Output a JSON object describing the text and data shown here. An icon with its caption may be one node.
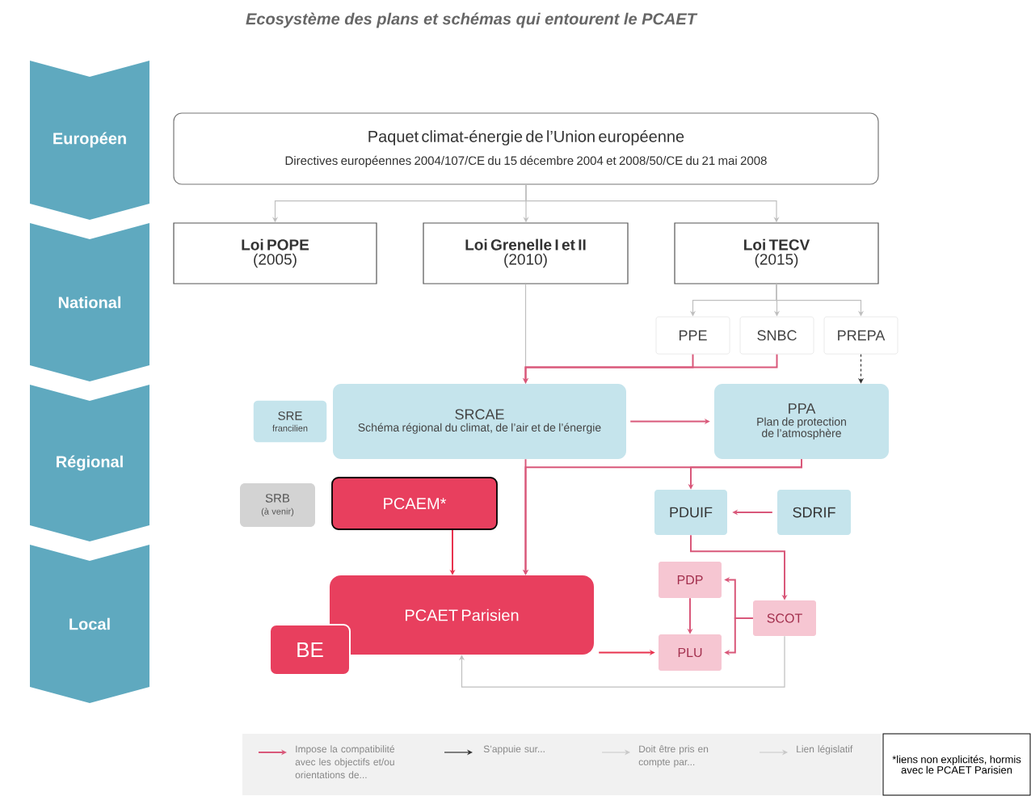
{
  "diagram": {
    "title": "Ecosystème des plans et schémas qui entourent le PCAET",
    "nodes": [
      {
        "text": [
          "Européen"
        ]
      },
      {
        "text": [
          "National"
        ]
      },
      {
        "text": [
          "Régional"
        ]
      },
      {
        "text": [
          "Local"
        ]
      },
      {
        "text": [
          "Paquet climat-énergie de l’Union européenne",
          "Directives européennes 2004/107/CE du 15 décembre 2004 et 2008/50/CE du 21 mai 2008"
        ]
      },
      {
        "text": [
          "Loi POPE",
          "(2005)"
        ]
      },
      {
        "text": [
          "Loi Grenelle I et II",
          "(2010)"
        ]
      },
      {
        "text": [
          "Loi TECV",
          "(2015)"
        ]
      },
      {
        "text": [
          "PPE"
        ]
      },
      {
        "text": [
          "SNBC"
        ]
      },
      {
        "text": [
          "PREPA"
        ]
      },
      {
        "text": [
          "SRE",
          "francilien"
        ]
      },
      {
        "text": [
          "SRCAE",
          "Schéma régional du climat, de l’air et de l’énergie"
        ]
      },
      {
        "text": [
          "PPA",
          "Plan de protection de l’atmosphère"
        ]
      },
      {
        "text": [
          "SRB",
          "(à venir)"
        ]
      },
      {
        "text": [
          "PCAEM*"
        ]
      },
      {
        "text": [
          "PDUIF"
        ]
      },
      {
        "text": [
          "SDRIF"
        ]
      },
      {
        "text": [
          "PCAET Parisien"
        ]
      },
      {
        "text": [
          "BE"
        ]
      },
      {
        "text": [
          "PDP"
        ]
      },
      {
        "text": [
          "SCOT"
        ]
      },
      {
        "text": [
          "PLU"
        ]
      },
      {
        "text": [
          "*liens non explicités, hormis avec le PCAET Parisien"
        ]
      }
    ],
    "edges": [
      {
        "from": 4,
        "to": 5,
        "arrow": "to",
        "color": "#bfbfbf"
      },
      {
        "from": 4,
        "to": 6,
        "arrow": "to",
        "color": "#bfbfbf"
      },
      {
        "from": 4,
        "to": 7,
        "arrow": "to",
        "color": "#bfbfbf"
      },
      {
        "from": 7,
        "to": 8,
        "arrow": "to",
        "color": "#bfbfbf"
      },
      {
        "from": 7,
        "to": 9,
        "arrow": "to",
        "color": "#bfbfbf"
      },
      {
        "from": 7,
        "to": 10,
        "arrow": "to",
        "color": "#bfbfbf"
      },
      {
        "from": 6,
        "to": 12,
        "arrow": "none",
        "color": "#bfbfbf"
      },
      {
        "from": 8,
        "to": 12,
        "arrow": "to"
      },
      {
        "from": 9,
        "to": 12,
        "arrow": "to"
      },
      {
        "from": 10,
        "to": 13,
        "arrow": "to",
        "style": "dashed",
        "color": "#333333"
      },
      {
        "from": 12,
        "to": 13,
        "arrow": "to"
      },
      {
        "from": 12,
        "to": 18,
        "arrow": "to"
      },
      {
        "from": 13,
        "to": 18,
        "arrow": "to"
      },
      {
        "from": 13,
        "to": 16,
        "arrow": "to"
      },
      {
        "from": 17,
        "to": 16,
        "arrow": "to"
      },
      {
        "from": 15,
        "to": 18,
        "arrow": "to",
        "color": "#e8334f"
      },
      {
        "from": 16,
        "to": 21,
        "arrow": "to"
      },
      {
        "from": 20,
        "to": 22,
        "arrow": "to"
      },
      {
        "from": 21,
        "to": 20,
        "arrow": "to"
      },
      {
        "from": 21,
        "to": 22,
        "arrow": "to"
      },
      {
        "from": 18,
        "to": 22,
        "arrow": "to",
        "color": "#e8334f"
      },
      {
        "from": 21,
        "to": 18,
        "arrow": "to",
        "color": "#bfbfbf"
      }
    ],
    "legend": [
      {
        "text": "Impose la compatibilité avec les objectifs et/ou orientations de..."
      },
      {
        "text": "S’appuie sur..."
      },
      {
        "text": "Doit être pris en compte par..."
      },
      {
        "text": "Lien législatif"
      }
    ]
  }
}
